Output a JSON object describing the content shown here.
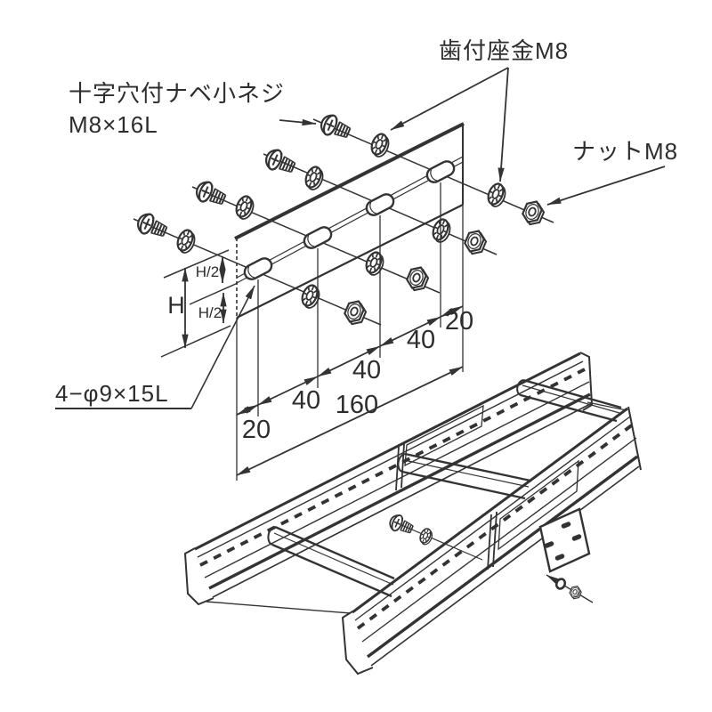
{
  "diagram": {
    "callouts": {
      "screw_line1": "十字穴付ナベ小ネジ",
      "screw_line2": "M8×16L",
      "washer": "歯付座金M8",
      "nut": "ナットM8",
      "slot": "4−φ9×15L"
    },
    "dimensions": {
      "h_half": "H/2",
      "h": "H",
      "chain": [
        "20",
        "40",
        "40",
        "40",
        "20"
      ],
      "total": "160"
    },
    "colors": {
      "line": "#333333",
      "background": "#ffffff"
    }
  }
}
